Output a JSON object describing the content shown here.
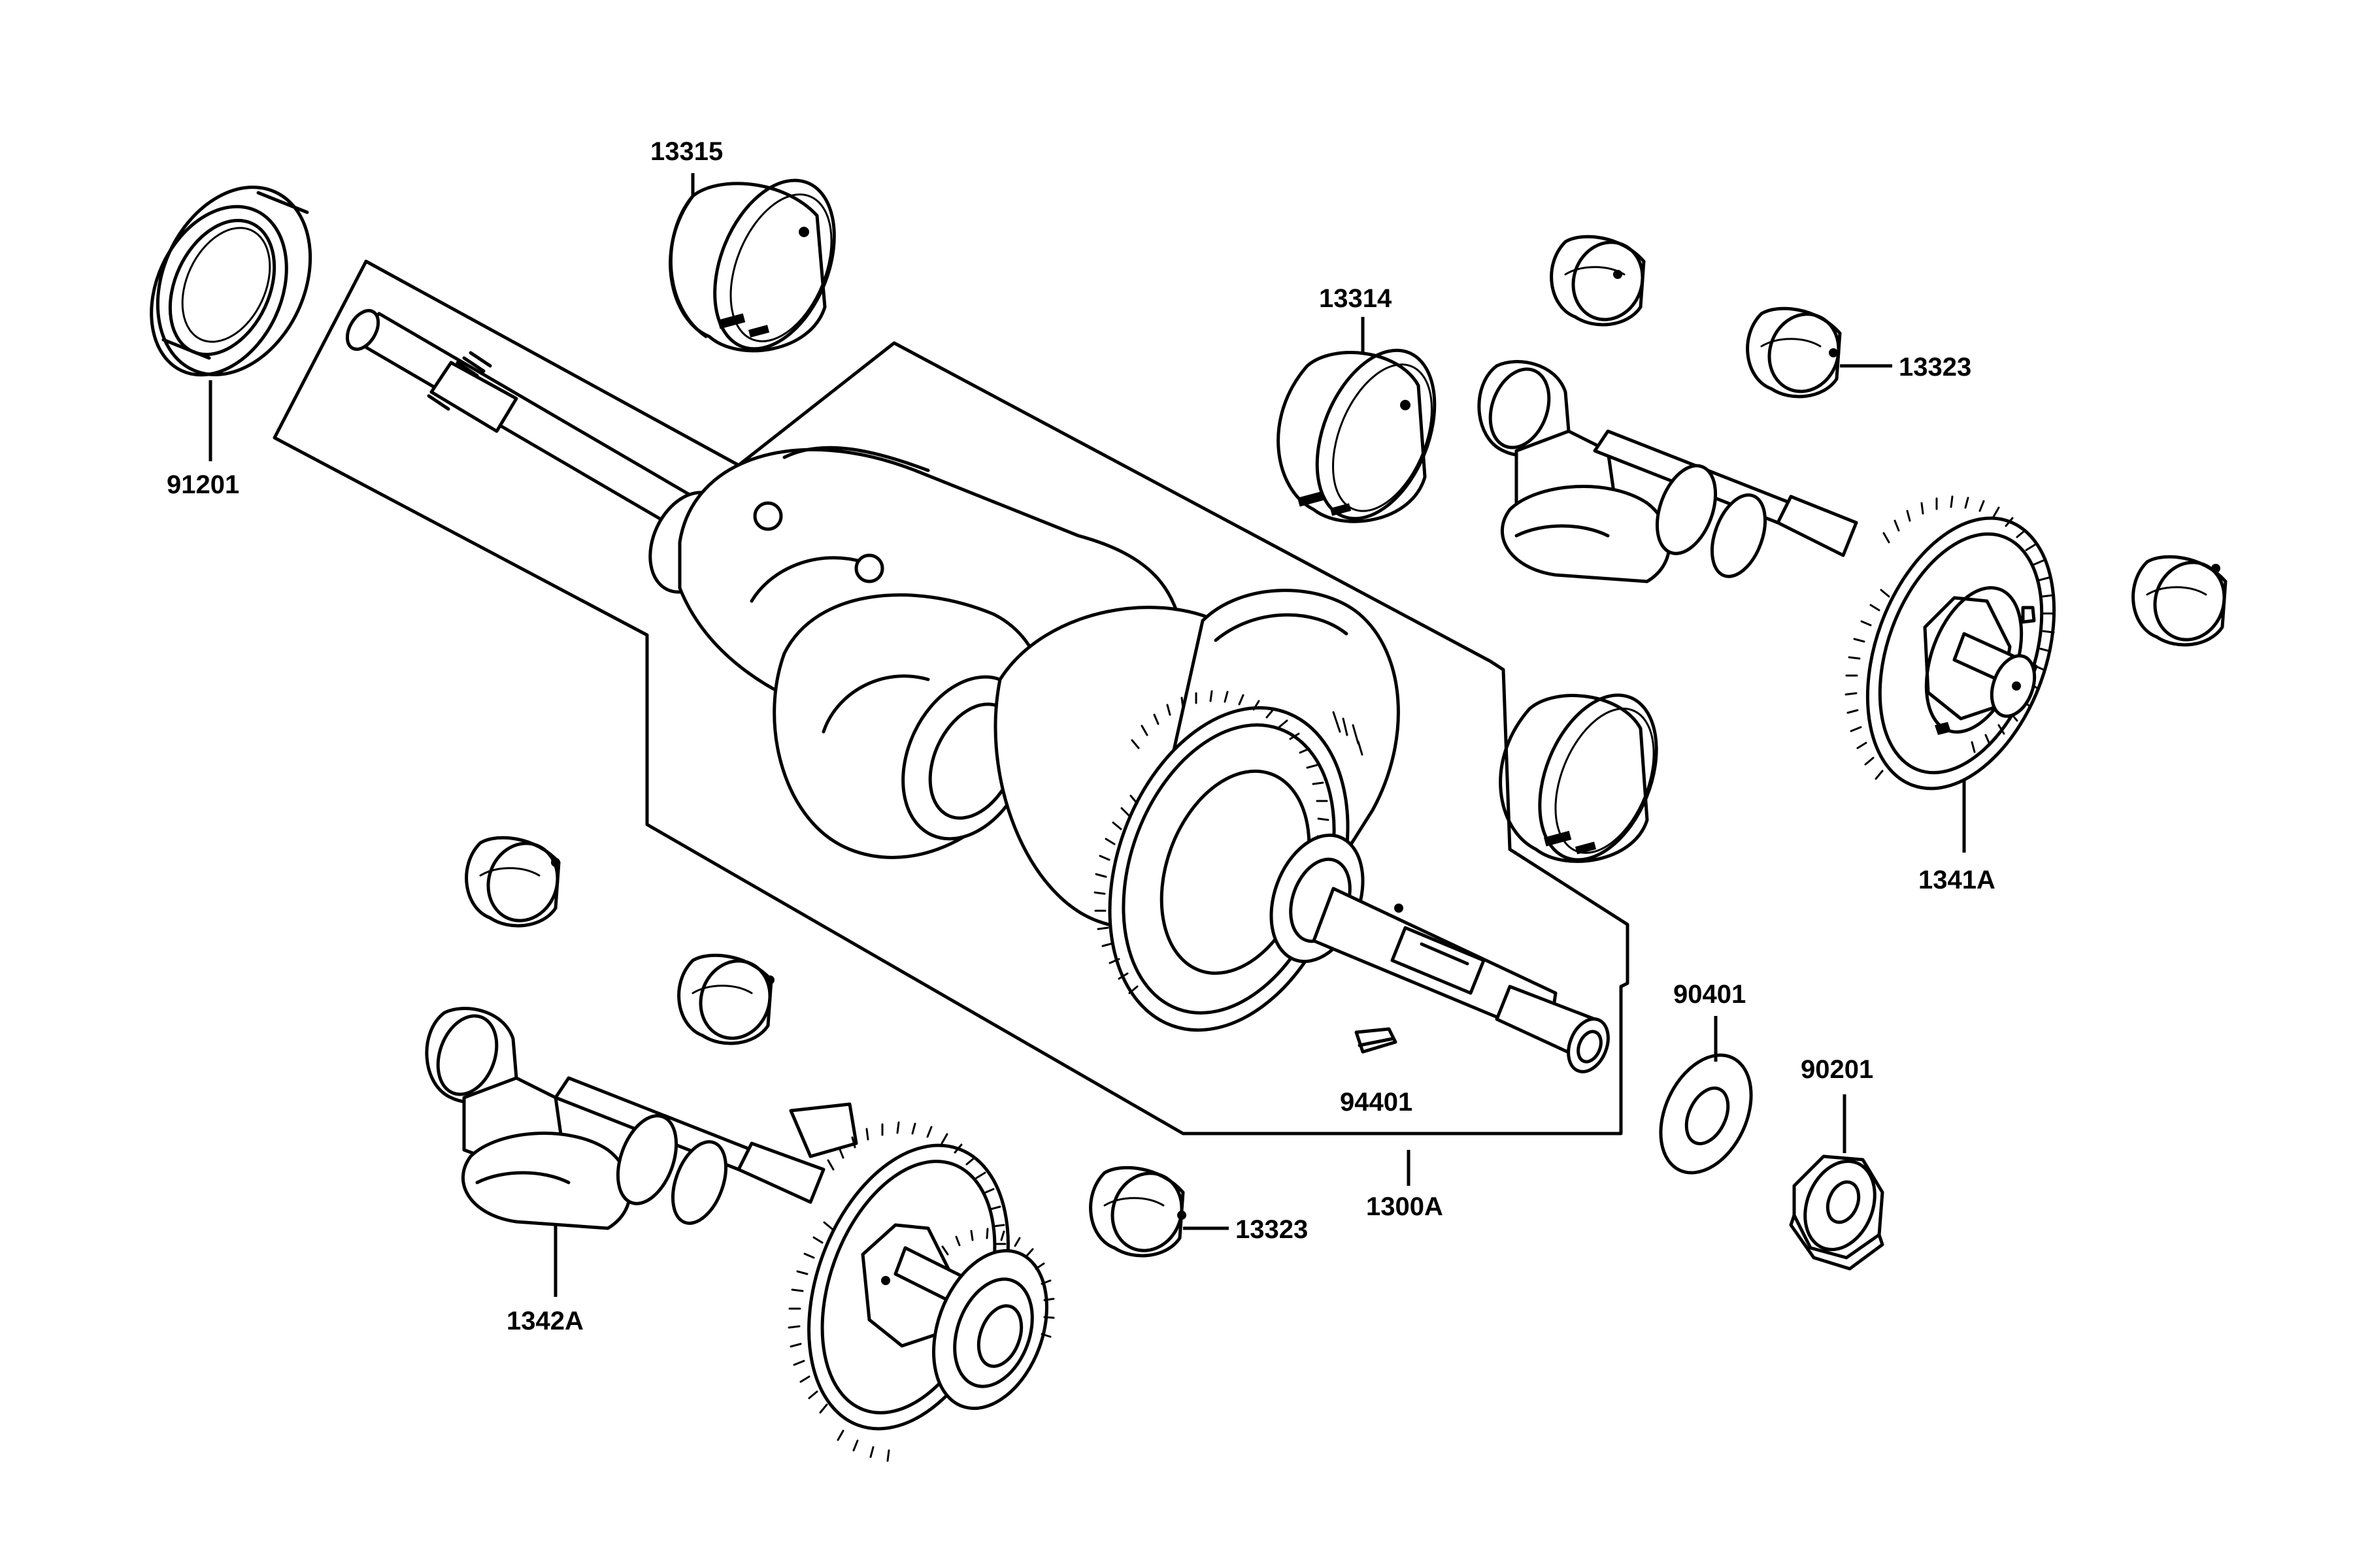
{
  "callouts": {
    "seal": "91201",
    "bearing_top": "13315",
    "bearing_mid": "13314",
    "conrod_bearing_right": "13323",
    "conrod_bearing_bottom": "13323",
    "balancer_right": "1341A",
    "balancer_left": "1342A",
    "crankshaft_assy": "1300A",
    "key": "94401",
    "washer": "90401",
    "nut": "90201"
  }
}
